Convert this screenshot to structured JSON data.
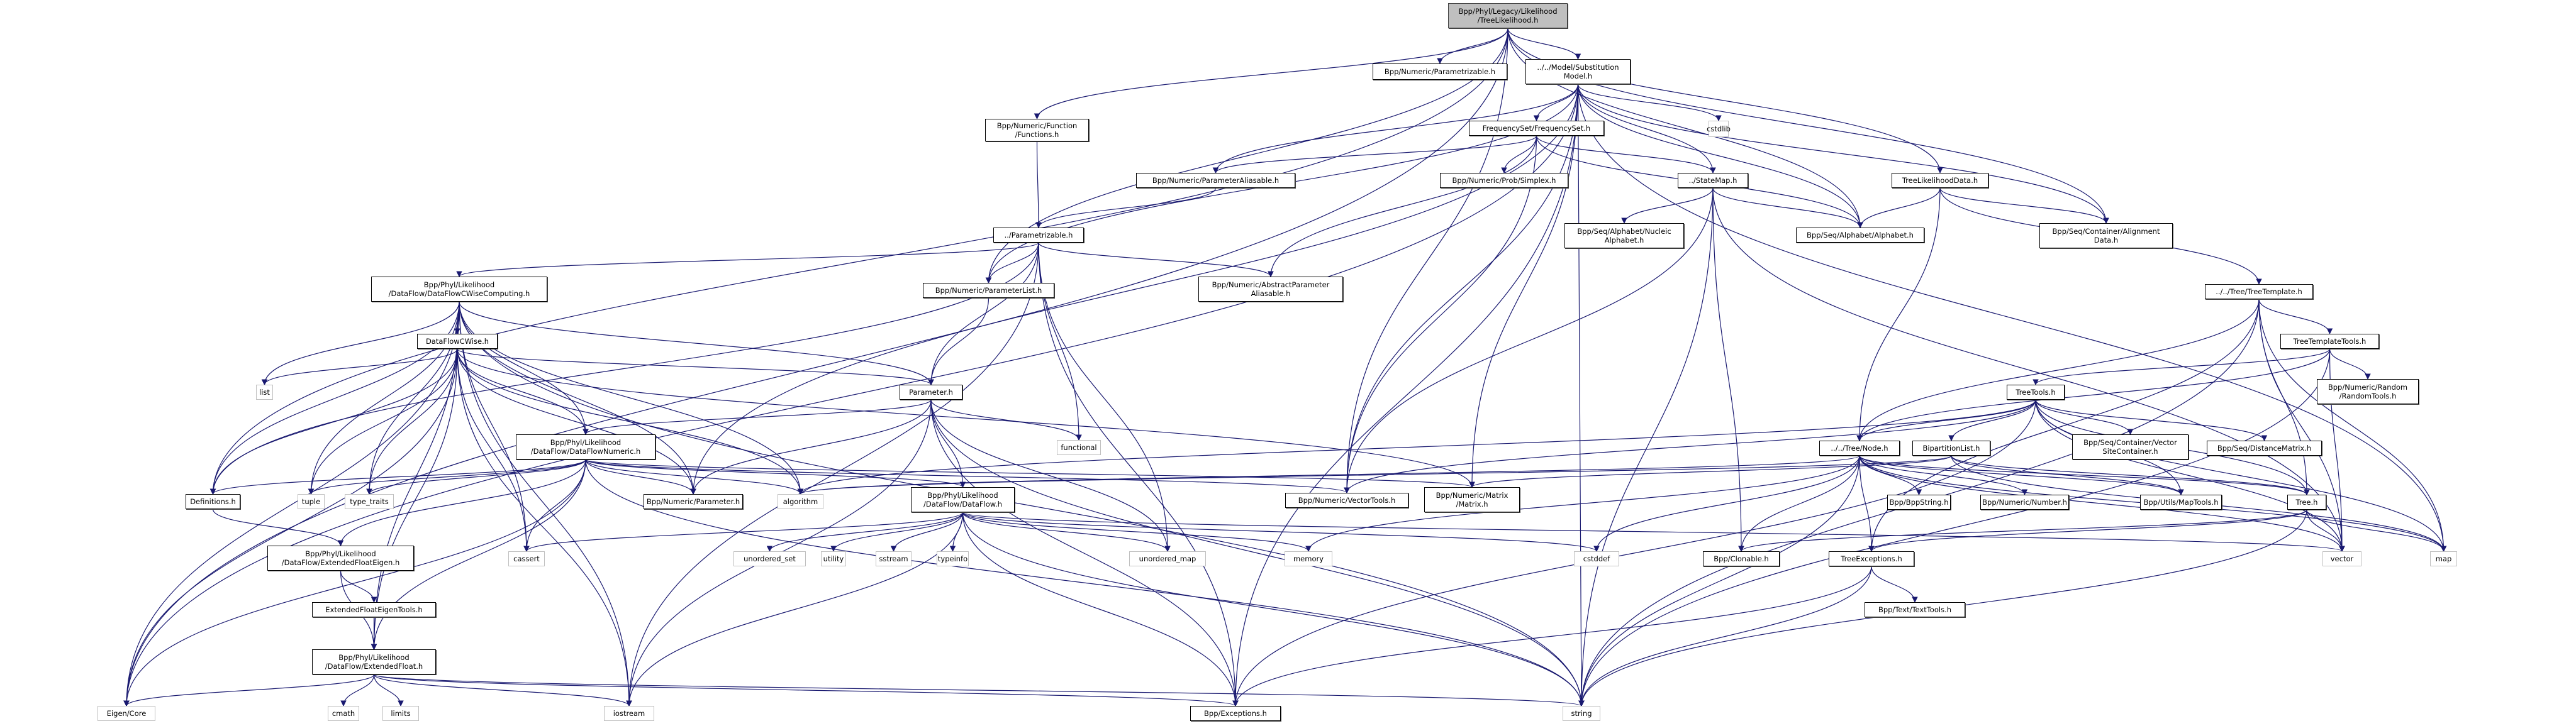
{
  "title": "Include dependency graph for TreeLikelihood.h",
  "colors": {
    "edge": "#191970",
    "root_fill": "#bfbfbf",
    "sys_border": "#bfbfbf",
    "node_border": "#000000"
  },
  "nodes": [
    {
      "id": "root",
      "label": "Bpp/Phyl/Legacy/Likelihood\n/TreeLikelihood.h",
      "kind": "root"
    },
    {
      "id": "nparametrizable",
      "label": "Bpp/Numeric/Parametrizable.h",
      "kind": "proj"
    },
    {
      "id": "submodel",
      "label": "../../Model/Substitution\nModel.h",
      "kind": "proj"
    },
    {
      "id": "functions",
      "label": "Bpp/Numeric/Function\n/Functions.h",
      "kind": "proj"
    },
    {
      "id": "freqset",
      "label": "FrequencySet/FrequencySet.h",
      "kind": "proj"
    },
    {
      "id": "cstdlib",
      "label": "cstdlib",
      "kind": "sys"
    },
    {
      "id": "paramaliasable",
      "label": "Bpp/Numeric/ParameterAliasable.h",
      "kind": "proj"
    },
    {
      "id": "simplex",
      "label": "Bpp/Numeric/Prob/Simplex.h",
      "kind": "proj"
    },
    {
      "id": "statemap",
      "label": "../StateMap.h",
      "kind": "proj"
    },
    {
      "id": "tldata",
      "label": "TreeLikelihoodData.h",
      "kind": "proj"
    },
    {
      "id": "parametrizable",
      "label": "../Parametrizable.h",
      "kind": "proj"
    },
    {
      "id": "nucleic",
      "label": "Bpp/Seq/Alphabet/Nucleic\nAlphabet.h",
      "kind": "proj"
    },
    {
      "id": "alphabet",
      "label": "Bpp/Seq/Alphabet/Alphabet.h",
      "kind": "proj"
    },
    {
      "id": "aligndata",
      "label": "Bpp/Seq/Container/Alignment\nData.h",
      "kind": "proj"
    },
    {
      "id": "dfcwisecomp",
      "label": "Bpp/Phyl/Likelihood\n/DataFlow/DataFlowCWiseComputing.h",
      "kind": "proj"
    },
    {
      "id": "paramlist",
      "label": "Bpp/Numeric/ParameterList.h",
      "kind": "proj"
    },
    {
      "id": "absparamalias",
      "label": "Bpp/Numeric/AbstractParameter\nAliasable.h",
      "kind": "proj"
    },
    {
      "id": "treetemplate",
      "label": "../../Tree/TreeTemplate.h",
      "kind": "proj"
    },
    {
      "id": "dfcwise",
      "label": "DataFlowCWise.h",
      "kind": "proj"
    },
    {
      "id": "treetemplatetools",
      "label": "TreeTemplateTools.h",
      "kind": "proj"
    },
    {
      "id": "list",
      "label": "list",
      "kind": "sys"
    },
    {
      "id": "parameter",
      "label": "Parameter.h",
      "kind": "proj"
    },
    {
      "id": "treetools",
      "label": "TreeTools.h",
      "kind": "proj"
    },
    {
      "id": "randomtools",
      "label": "Bpp/Numeric/Random\n/RandomTools.h",
      "kind": "proj"
    },
    {
      "id": "dfnumeric",
      "label": "Bpp/Phyl/Likelihood\n/DataFlow/DataFlowNumeric.h",
      "kind": "proj"
    },
    {
      "id": "functional",
      "label": "functional",
      "kind": "sys"
    },
    {
      "id": "node",
      "label": "../../Tree/Node.h",
      "kind": "proj"
    },
    {
      "id": "bipartition",
      "label": "BipartitionList.h",
      "kind": "proj"
    },
    {
      "id": "vsc",
      "label": "Bpp/Seq/Container/Vector\nSiteContainer.h",
      "kind": "proj"
    },
    {
      "id": "distmatrix",
      "label": "Bpp/Seq/DistanceMatrix.h",
      "kind": "proj"
    },
    {
      "id": "definitions",
      "label": "Definitions.h",
      "kind": "proj"
    },
    {
      "id": "tuple",
      "label": "tuple",
      "kind": "sys"
    },
    {
      "id": "typetraits",
      "label": "type_traits",
      "kind": "sys"
    },
    {
      "id": "nparameter",
      "label": "Bpp/Numeric/Parameter.h",
      "kind": "proj"
    },
    {
      "id": "algorithm",
      "label": "algorithm",
      "kind": "sys"
    },
    {
      "id": "dataflow",
      "label": "Bpp/Phyl/Likelihood\n/DataFlow/DataFlow.h",
      "kind": "proj"
    },
    {
      "id": "vectortools",
      "label": "Bpp/Numeric/VectorTools.h",
      "kind": "proj"
    },
    {
      "id": "matrix",
      "label": "Bpp/Numeric/Matrix\n/Matrix.h",
      "kind": "proj"
    },
    {
      "id": "bppstring",
      "label": "Bpp/BppString.h",
      "kind": "proj"
    },
    {
      "id": "number",
      "label": "Bpp/Numeric/Number.h",
      "kind": "proj"
    },
    {
      "id": "maptools",
      "label": "Bpp/Utils/MapTools.h",
      "kind": "proj"
    },
    {
      "id": "tree",
      "label": "Tree.h",
      "kind": "proj"
    },
    {
      "id": "extfloateigen",
      "label": "Bpp/Phyl/Likelihood\n/DataFlow/ExtendedFloatEigen.h",
      "kind": "proj"
    },
    {
      "id": "cassert",
      "label": "cassert",
      "kind": "sys"
    },
    {
      "id": "unorderedset",
      "label": "unordered_set",
      "kind": "sys"
    },
    {
      "id": "utility",
      "label": "utility",
      "kind": "sys"
    },
    {
      "id": "sstream",
      "label": "sstream",
      "kind": "sys"
    },
    {
      "id": "typeinfo",
      "label": "typeinfo",
      "kind": "sys"
    },
    {
      "id": "unorderedmap",
      "label": "unordered_map",
      "kind": "sys"
    },
    {
      "id": "memory",
      "label": "memory",
      "kind": "sys"
    },
    {
      "id": "cstddef",
      "label": "cstddef",
      "kind": "sys"
    },
    {
      "id": "clonable",
      "label": "Bpp/Clonable.h",
      "kind": "proj"
    },
    {
      "id": "treeexceptions",
      "label": "TreeExceptions.h",
      "kind": "proj"
    },
    {
      "id": "vector",
      "label": "vector",
      "kind": "sys"
    },
    {
      "id": "map",
      "label": "map",
      "kind": "sys"
    },
    {
      "id": "extfloateigentools",
      "label": "ExtendedFloatEigenTools.h",
      "kind": "proj"
    },
    {
      "id": "texttools",
      "label": "Bpp/Text/TextTools.h",
      "kind": "proj"
    },
    {
      "id": "extfloat",
      "label": "Bpp/Phyl/Likelihood\n/DataFlow/ExtendedFloat.h",
      "kind": "proj"
    },
    {
      "id": "eigencore",
      "label": "Eigen/Core",
      "kind": "sys"
    },
    {
      "id": "cmath",
      "label": "cmath",
      "kind": "sys"
    },
    {
      "id": "limits",
      "label": "limits",
      "kind": "sys"
    },
    {
      "id": "iostream",
      "label": "iostream",
      "kind": "sys"
    },
    {
      "id": "exceptions",
      "label": "Bpp/Exceptions.h",
      "kind": "proj"
    },
    {
      "id": "string",
      "label": "string",
      "kind": "sys"
    }
  ],
  "edges": [
    [
      "root",
      "nparametrizable"
    ],
    [
      "root",
      "submodel"
    ],
    [
      "root",
      "functions"
    ],
    [
      "root",
      "paramlist"
    ],
    [
      "root",
      "vectortools"
    ],
    [
      "root",
      "alphabet"
    ],
    [
      "root",
      "aligndata"
    ],
    [
      "root",
      "tldata"
    ],
    [
      "root",
      "eigencore"
    ],
    [
      "root",
      "definitions"
    ],
    [
      "submodel",
      "freqset"
    ],
    [
      "submodel",
      "cstdlib"
    ],
    [
      "submodel",
      "paramaliasable"
    ],
    [
      "submodel",
      "statemap"
    ],
    [
      "submodel",
      "alphabet"
    ],
    [
      "submodel",
      "aligndata"
    ],
    [
      "submodel",
      "matrix"
    ],
    [
      "submodel",
      "vectortools"
    ],
    [
      "submodel",
      "nparameter"
    ],
    [
      "submodel",
      "paramlist"
    ],
    [
      "submodel",
      "string"
    ],
    [
      "submodel",
      "map"
    ],
    [
      "submodel",
      "exceptions"
    ],
    [
      "submodel",
      "eigencore"
    ],
    [
      "functions",
      "parametrizable"
    ],
    [
      "freqset",
      "paramaliasable"
    ],
    [
      "freqset",
      "simplex"
    ],
    [
      "freqset",
      "statemap"
    ],
    [
      "freqset",
      "absparamalias"
    ],
    [
      "freqset",
      "alphabet"
    ],
    [
      "freqset",
      "vectortools"
    ],
    [
      "paramaliasable",
      "parametrizable"
    ],
    [
      "statemap",
      "nucleic"
    ],
    [
      "statemap",
      "alphabet"
    ],
    [
      "statemap",
      "string"
    ],
    [
      "statemap",
      "clonable"
    ],
    [
      "statemap",
      "vector"
    ],
    [
      "statemap",
      "vectortools"
    ],
    [
      "tldata",
      "alphabet"
    ],
    [
      "tldata",
      "aligndata"
    ],
    [
      "tldata",
      "treetemplate"
    ],
    [
      "tldata",
      "node"
    ],
    [
      "parametrizable",
      "dfcwisecomp"
    ],
    [
      "parametrizable",
      "paramlist"
    ],
    [
      "parametrizable",
      "absparamalias"
    ],
    [
      "parametrizable",
      "parameter"
    ],
    [
      "parametrizable",
      "functional"
    ],
    [
      "parametrizable",
      "unorderedmap"
    ],
    [
      "parametrizable",
      "iostream"
    ],
    [
      "parametrizable",
      "exceptions"
    ],
    [
      "parametrizable",
      "definitions"
    ],
    [
      "dfcwisecomp",
      "dfcwise"
    ],
    [
      "dfcwisecomp",
      "list"
    ],
    [
      "dfcwisecomp",
      "parameter"
    ],
    [
      "dfcwisecomp",
      "dfnumeric"
    ],
    [
      "dfcwisecomp",
      "nparameter"
    ],
    [
      "dfcwisecomp",
      "algorithm"
    ],
    [
      "dfcwisecomp",
      "tuple"
    ],
    [
      "dfcwisecomp",
      "typetraits"
    ],
    [
      "dfcwisecomp",
      "definitions"
    ],
    [
      "dfcwisecomp",
      "eigencore"
    ],
    [
      "dfcwisecomp",
      "extfloat"
    ],
    [
      "dfcwisecomp",
      "cassert"
    ],
    [
      "dfcwisecomp",
      "string"
    ],
    [
      "dfcwisecomp",
      "iostream"
    ],
    [
      "paramlist",
      "parameter"
    ],
    [
      "treetemplate",
      "treetemplatetools"
    ],
    [
      "treetemplate",
      "node"
    ],
    [
      "treetemplate",
      "tree"
    ],
    [
      "treetemplate",
      "vector"
    ],
    [
      "treetemplate",
      "map"
    ],
    [
      "treetemplate",
      "string"
    ],
    [
      "treetemplate",
      "treeexceptions"
    ],
    [
      "dfcwise",
      "parameter"
    ],
    [
      "dfcwise",
      "list"
    ],
    [
      "dfcwise",
      "dfnumeric"
    ],
    [
      "dfcwise",
      "nparameter"
    ],
    [
      "dfcwise",
      "algorithm"
    ],
    [
      "dfcwise",
      "tuple"
    ],
    [
      "dfcwise",
      "typetraits"
    ],
    [
      "dfcwise",
      "definitions"
    ],
    [
      "dfcwise",
      "cassert"
    ],
    [
      "dfcwise",
      "eigencore"
    ],
    [
      "dfcwise",
      "extfloat"
    ],
    [
      "dfcwise",
      "iostream"
    ],
    [
      "dfcwise",
      "matrix"
    ],
    [
      "treetemplatetools",
      "treetools"
    ],
    [
      "treetemplatetools",
      "randomtools"
    ],
    [
      "treetemplatetools",
      "node"
    ],
    [
      "treetemplatetools",
      "vector"
    ],
    [
      "treetemplatetools",
      "string"
    ],
    [
      "parameter",
      "dfnumeric"
    ],
    [
      "parameter",
      "functional"
    ],
    [
      "parameter",
      "dataflow"
    ],
    [
      "parameter",
      "nparameter"
    ],
    [
      "parameter",
      "unorderedmap"
    ],
    [
      "parameter",
      "exceptions"
    ],
    [
      "parameter",
      "string"
    ],
    [
      "parameter",
      "iostream"
    ],
    [
      "treetools",
      "node"
    ],
    [
      "treetools",
      "bipartition"
    ],
    [
      "treetools",
      "vsc"
    ],
    [
      "treetools",
      "distmatrix"
    ],
    [
      "treetools",
      "tree"
    ],
    [
      "treetools",
      "vectortools"
    ],
    [
      "treetools",
      "maptools"
    ],
    [
      "treetools",
      "vector"
    ],
    [
      "treetools",
      "map"
    ],
    [
      "treetools",
      "algorithm"
    ],
    [
      "treetools",
      "exceptions"
    ],
    [
      "dfnumeric",
      "definitions"
    ],
    [
      "dfnumeric",
      "tuple"
    ],
    [
      "dfnumeric",
      "typetraits"
    ],
    [
      "dfnumeric",
      "nparameter"
    ],
    [
      "dfnumeric",
      "algorithm"
    ],
    [
      "dfnumeric",
      "dataflow"
    ],
    [
      "dfnumeric",
      "vectortools"
    ],
    [
      "dfnumeric",
      "matrix"
    ],
    [
      "dfnumeric",
      "extfloateigen"
    ],
    [
      "dfnumeric",
      "extfloat"
    ],
    [
      "dfnumeric",
      "cassert"
    ],
    [
      "dfnumeric",
      "eigencore"
    ],
    [
      "dfnumeric",
      "string"
    ],
    [
      "node",
      "bppstring"
    ],
    [
      "node",
      "number"
    ],
    [
      "node",
      "maptools"
    ],
    [
      "node",
      "tree"
    ],
    [
      "node",
      "treeexceptions"
    ],
    [
      "node",
      "clonable"
    ],
    [
      "node",
      "vector"
    ],
    [
      "node",
      "map"
    ],
    [
      "node",
      "string"
    ],
    [
      "node",
      "cstddef"
    ],
    [
      "node",
      "algorithm"
    ],
    [
      "node",
      "memory"
    ],
    [
      "bipartition",
      "tree"
    ],
    [
      "bipartition",
      "maptools"
    ],
    [
      "bipartition",
      "map"
    ],
    [
      "bipartition",
      "matrix"
    ],
    [
      "bipartition",
      "algorithm"
    ],
    [
      "definitions",
      "extfloateigen"
    ],
    [
      "dataflow",
      "cassert"
    ],
    [
      "dataflow",
      "unorderedset"
    ],
    [
      "dataflow",
      "utility"
    ],
    [
      "dataflow",
      "sstream"
    ],
    [
      "dataflow",
      "typeinfo"
    ],
    [
      "dataflow",
      "unorderedmap"
    ],
    [
      "dataflow",
      "memory"
    ],
    [
      "dataflow",
      "cstddef"
    ],
    [
      "dataflow",
      "vector"
    ],
    [
      "dataflow",
      "exceptions"
    ],
    [
      "dataflow",
      "string"
    ],
    [
      "dataflow",
      "iostream"
    ],
    [
      "tree",
      "vector"
    ],
    [
      "tree",
      "map"
    ],
    [
      "tree",
      "clonable"
    ],
    [
      "tree",
      "treeexceptions"
    ],
    [
      "tree",
      "string"
    ],
    [
      "extfloateigen",
      "extfloateigentools"
    ],
    [
      "extfloateigen",
      "extfloat"
    ],
    [
      "extfloateigentools",
      "extfloat"
    ],
    [
      "treeexceptions",
      "texttools"
    ],
    [
      "treeexceptions",
      "exceptions"
    ],
    [
      "treeexceptions",
      "string"
    ],
    [
      "extfloat",
      "eigencore"
    ],
    [
      "extfloat",
      "cmath"
    ],
    [
      "extfloat",
      "limits"
    ],
    [
      "extfloat",
      "iostream"
    ],
    [
      "extfloat",
      "exceptions"
    ],
    [
      "extfloat",
      "string"
    ]
  ]
}
